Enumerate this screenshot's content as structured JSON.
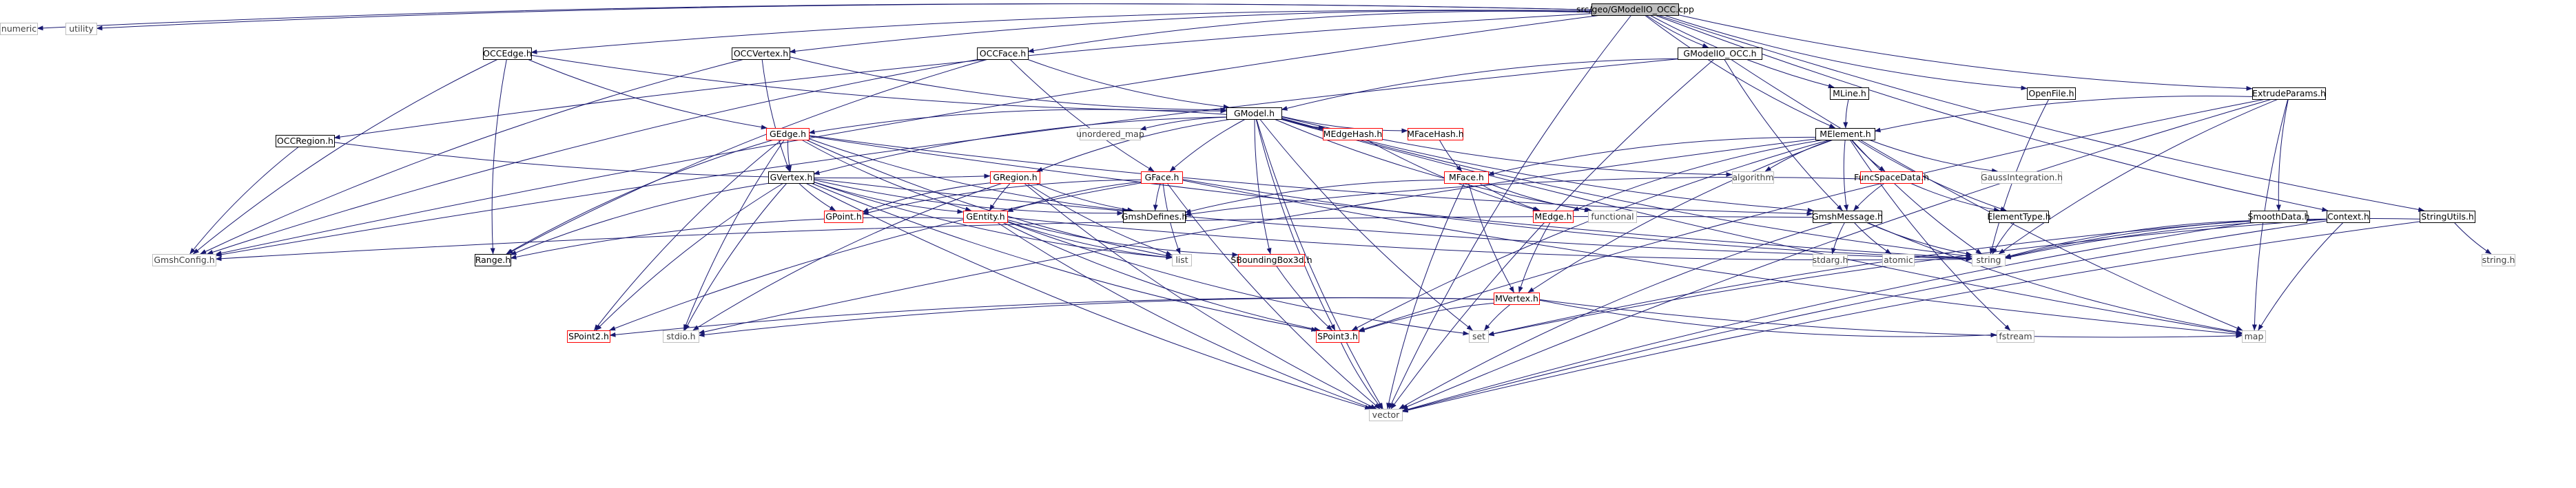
{
  "graph": {
    "root": "src/geo/GModelIO_OCC.cpp",
    "colors": {
      "root_fill": "#bfbfbf",
      "edge": "#191970",
      "linked_border": "#000000",
      "incomplete_border": "#ff0000",
      "external_border": "#bfbfbf",
      "external_text": "#404040",
      "label_text": "#000000"
    },
    "nodes": [
      {
        "id": "root",
        "label": "src/geo/GModelIO_OCC.cpp",
        "kind": "root"
      },
      {
        "id": "numeric",
        "label": "numeric",
        "kind": "external"
      },
      {
        "id": "utility",
        "label": "utility",
        "kind": "external"
      },
      {
        "id": "occedge",
        "label": "OCCEdge.h",
        "kind": "linked"
      },
      {
        "id": "occvertex",
        "label": "OCCVertex.h",
        "kind": "linked"
      },
      {
        "id": "occface",
        "label": "OCCFace.h",
        "kind": "linked"
      },
      {
        "id": "gmodelio",
        "label": "GModelIO_OCC.h",
        "kind": "linked"
      },
      {
        "id": "occregion",
        "label": "OCCRegion.h",
        "kind": "linked"
      },
      {
        "id": "gmodel",
        "label": "GModel.h",
        "kind": "linked"
      },
      {
        "id": "mline",
        "label": "MLine.h",
        "kind": "linked"
      },
      {
        "id": "openfile",
        "label": "OpenFile.h",
        "kind": "linked"
      },
      {
        "id": "extrude",
        "label": "ExtrudeParams.h",
        "kind": "linked"
      },
      {
        "id": "context",
        "label": "Context.h",
        "kind": "linked"
      },
      {
        "id": "stringutils",
        "label": "StringUtils.h",
        "kind": "linked"
      },
      {
        "id": "gedge",
        "label": "GEdge.h",
        "kind": "incomplete"
      },
      {
        "id": "unordered_map",
        "label": "unordered_map",
        "kind": "external"
      },
      {
        "id": "medgehash",
        "label": "MEdgeHash.h",
        "kind": "incomplete"
      },
      {
        "id": "mfacehash",
        "label": "MFaceHash.h",
        "kind": "incomplete"
      },
      {
        "id": "melement",
        "label": "MElement.h",
        "kind": "linked"
      },
      {
        "id": "gvertex",
        "label": "GVertex.h",
        "kind": "linked"
      },
      {
        "id": "gregion",
        "label": "GRegion.h",
        "kind": "incomplete"
      },
      {
        "id": "gface",
        "label": "GFace.h",
        "kind": "incomplete"
      },
      {
        "id": "mface",
        "label": "MFace.h",
        "kind": "incomplete"
      },
      {
        "id": "algorithm",
        "label": "algorithm",
        "kind": "external"
      },
      {
        "id": "funcspacedata",
        "label": "FuncSpaceData.h",
        "kind": "incomplete"
      },
      {
        "id": "gaussintegration",
        "label": "GaussIntegration.h",
        "kind": "external"
      },
      {
        "id": "gpoint",
        "label": "GPoint.h",
        "kind": "incomplete"
      },
      {
        "id": "gmshdefines",
        "label": "GmshDefines.h",
        "kind": "linked"
      },
      {
        "id": "functional",
        "label": "functional",
        "kind": "external"
      },
      {
        "id": "medge",
        "label": "MEdge.h",
        "kind": "incomplete"
      },
      {
        "id": "gmshmessage",
        "label": "GmshMessage.h",
        "kind": "linked"
      },
      {
        "id": "elementtype",
        "label": "ElementType.h",
        "kind": "linked"
      },
      {
        "id": "smoothdata",
        "label": "SmoothData.h",
        "kind": "linked"
      },
      {
        "id": "gentity",
        "label": "GEntity.h",
        "kind": "incomplete"
      },
      {
        "id": "gmshconfig",
        "label": "GmshConfig.h",
        "kind": "external"
      },
      {
        "id": "range",
        "label": "Range.h",
        "kind": "linked"
      },
      {
        "id": "list",
        "label": "list",
        "kind": "external"
      },
      {
        "id": "sboundingbox",
        "label": "SBoundingBox3d.h",
        "kind": "incomplete"
      },
      {
        "id": "string",
        "label": "string",
        "kind": "external"
      },
      {
        "id": "stdarg",
        "label": "stdarg.h",
        "kind": "external"
      },
      {
        "id": "atomic",
        "label": "atomic",
        "kind": "external"
      },
      {
        "id": "stringh",
        "label": "string.h",
        "kind": "external"
      },
      {
        "id": "mvertex",
        "label": "MVertex.h",
        "kind": "incomplete"
      },
      {
        "id": "spoint2",
        "label": "SPoint2.h",
        "kind": "incomplete"
      },
      {
        "id": "stdio",
        "label": "stdio.h",
        "kind": "external"
      },
      {
        "id": "set",
        "label": "set",
        "kind": "external"
      },
      {
        "id": "spoint3",
        "label": "SPoint3.h",
        "kind": "incomplete"
      },
      {
        "id": "fstream",
        "label": "fstream",
        "kind": "external"
      },
      {
        "id": "map",
        "label": "map",
        "kind": "external"
      },
      {
        "id": "vector",
        "label": "vector",
        "kind": "external"
      }
    ],
    "edges": [
      [
        "root",
        "numeric"
      ],
      [
        "root",
        "utility"
      ],
      [
        "root",
        "occedge"
      ],
      [
        "root",
        "occvertex"
      ],
      [
        "root",
        "occface"
      ],
      [
        "root",
        "gmodelio"
      ],
      [
        "root",
        "occregion"
      ],
      [
        "root",
        "mline"
      ],
      [
        "root",
        "openfile"
      ],
      [
        "root",
        "extrude"
      ],
      [
        "root",
        "context"
      ],
      [
        "root",
        "stringutils"
      ],
      [
        "root",
        "gmshconfig"
      ],
      [
        "root",
        "melement"
      ],
      [
        "root",
        "vector"
      ],
      [
        "occedge",
        "gmodel"
      ],
      [
        "occedge",
        "gedge"
      ],
      [
        "occedge",
        "gmshconfig"
      ],
      [
        "occedge",
        "range"
      ],
      [
        "occvertex",
        "gmodel"
      ],
      [
        "occvertex",
        "gvertex"
      ],
      [
        "occvertex",
        "gmshconfig"
      ],
      [
        "occface",
        "gmodel"
      ],
      [
        "occface",
        "gface"
      ],
      [
        "occface",
        "gmshconfig"
      ],
      [
        "occface",
        "range"
      ],
      [
        "gmodelio",
        "gmodel"
      ],
      [
        "gmodelio",
        "gmshmessage"
      ],
      [
        "gmodelio",
        "gmshconfig"
      ],
      [
        "gmodelio",
        "vector"
      ],
      [
        "gmodelio",
        "map"
      ],
      [
        "occregion",
        "gregion"
      ],
      [
        "occregion",
        "gmshconfig"
      ],
      [
        "gmodel",
        "gedge"
      ],
      [
        "gmodel",
        "unordered_map"
      ],
      [
        "gmodel",
        "medgehash"
      ],
      [
        "gmodel",
        "mfacehash"
      ],
      [
        "gmodel",
        "gvertex"
      ],
      [
        "gmodel",
        "gregion"
      ],
      [
        "gmodel",
        "gface"
      ],
      [
        "gmodel",
        "algorithm"
      ],
      [
        "gmodel",
        "gmshmessage"
      ],
      [
        "gmodel",
        "sboundingbox"
      ],
      [
        "gmodel",
        "set"
      ],
      [
        "gmodel",
        "spoint3"
      ],
      [
        "gmodel",
        "vector"
      ],
      [
        "gmodel",
        "map"
      ],
      [
        "gmodel",
        "string"
      ],
      [
        "gmodel",
        "functional"
      ],
      [
        "mline",
        "melement"
      ],
      [
        "openfile",
        "string"
      ],
      [
        "extrude",
        "melement"
      ],
      [
        "extrude",
        "smoothdata"
      ],
      [
        "extrude",
        "string"
      ],
      [
        "extrude",
        "map"
      ],
      [
        "extrude",
        "vector"
      ],
      [
        "extrude",
        "spoint3"
      ],
      [
        "context",
        "string"
      ],
      [
        "context",
        "map"
      ],
      [
        "context",
        "vector"
      ],
      [
        "context",
        "set"
      ],
      [
        "stringutils",
        "string"
      ],
      [
        "stringutils",
        "stringh"
      ],
      [
        "stringutils",
        "vector"
      ],
      [
        "gedge",
        "gvertex"
      ],
      [
        "gedge",
        "gentity"
      ],
      [
        "gedge",
        "gmshdefines"
      ],
      [
        "gedge",
        "spoint2"
      ],
      [
        "gedge",
        "range"
      ],
      [
        "gedge",
        "stdio"
      ],
      [
        "gedge",
        "list"
      ],
      [
        "gedge",
        "gmshmessage"
      ],
      [
        "gedge",
        "string"
      ],
      [
        "medgehash",
        "medge"
      ],
      [
        "mfacehash",
        "mface"
      ],
      [
        "melement",
        "mface"
      ],
      [
        "melement",
        "medge"
      ],
      [
        "melement",
        "funcspacedata"
      ],
      [
        "melement",
        "gaussintegration"
      ],
      [
        "melement",
        "elementtype"
      ],
      [
        "melement",
        "gmshmessage"
      ],
      [
        "melement",
        "string"
      ],
      [
        "melement",
        "algorithm"
      ],
      [
        "melement",
        "fstream"
      ],
      [
        "melement",
        "mvertex"
      ],
      [
        "melement",
        "spoint3"
      ],
      [
        "melement",
        "stdio"
      ],
      [
        "gvertex",
        "gpoint"
      ],
      [
        "gvertex",
        "gentity"
      ],
      [
        "gvertex",
        "gmshdefines"
      ],
      [
        "gvertex",
        "range"
      ],
      [
        "gvertex",
        "spoint2"
      ],
      [
        "gvertex",
        "spoint3"
      ],
      [
        "gvertex",
        "stdio"
      ],
      [
        "gvertex",
        "list"
      ],
      [
        "gvertex",
        "string"
      ],
      [
        "gvertex",
        "vector"
      ],
      [
        "gregion",
        "gentity"
      ],
      [
        "gregion",
        "gpoint"
      ],
      [
        "gregion",
        "list"
      ],
      [
        "gregion",
        "stdio"
      ],
      [
        "gregion",
        "gmshdefines"
      ],
      [
        "gregion",
        "vector"
      ],
      [
        "gface",
        "gentity"
      ],
      [
        "gface",
        "gpoint"
      ],
      [
        "gface",
        "gmshdefines"
      ],
      [
        "gface",
        "list"
      ],
      [
        "gface",
        "vector"
      ],
      [
        "gface",
        "spoint2"
      ],
      [
        "gface",
        "string"
      ],
      [
        "gface",
        "map"
      ],
      [
        "mface",
        "medge"
      ],
      [
        "mface",
        "mvertex"
      ],
      [
        "mface",
        "gmshdefines"
      ],
      [
        "mface",
        "functional"
      ],
      [
        "mface",
        "vector"
      ],
      [
        "funcspacedata",
        "gmshmessage"
      ],
      [
        "funcspacedata",
        "elementtype"
      ],
      [
        "funcspacedata",
        "gmshdefines"
      ],
      [
        "elementtype",
        "string"
      ],
      [
        "medge",
        "mvertex"
      ],
      [
        "gmshmessage",
        "string"
      ],
      [
        "gmshmessage",
        "stdarg"
      ],
      [
        "gmshmessage",
        "atomic"
      ],
      [
        "gmshmessage",
        "map"
      ],
      [
        "gmshmessage",
        "vector"
      ],
      [
        "gmshmessage",
        "gmshconfig"
      ],
      [
        "smoothdata",
        "vector"
      ],
      [
        "smoothdata",
        "set"
      ],
      [
        "smoothdata",
        "string"
      ],
      [
        "gentity",
        "range"
      ],
      [
        "gentity",
        "sboundingbox"
      ],
      [
        "gentity",
        "spoint3"
      ],
      [
        "gentity",
        "list"
      ],
      [
        "gentity",
        "string"
      ],
      [
        "gentity",
        "vector"
      ],
      [
        "gentity",
        "set"
      ],
      [
        "sboundingbox",
        "spoint3"
      ],
      [
        "mvertex",
        "spoint2"
      ],
      [
        "mvertex",
        "spoint3"
      ],
      [
        "mvertex",
        "set"
      ],
      [
        "mvertex",
        "map"
      ],
      [
        "mvertex",
        "stdio"
      ],
      [
        "mvertex",
        "fstream"
      ],
      [
        "spoint3",
        "vector"
      ]
    ]
  }
}
